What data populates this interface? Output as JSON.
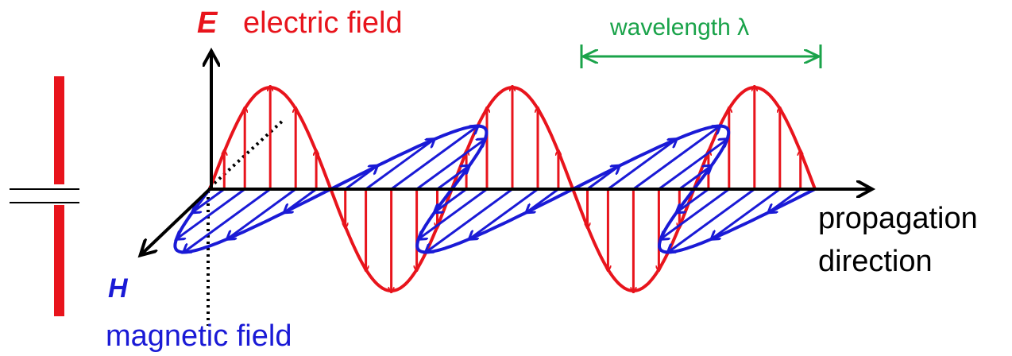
{
  "labels": {
    "e_symbol": "E",
    "electric_field": "electric field",
    "wavelength": "wavelength λ",
    "propagation_line1": "propagation",
    "propagation_line2": "direction",
    "h_symbol": "H",
    "magnetic_field": "magnetic field"
  },
  "colors": {
    "electric": "#e8141c",
    "magnetic": "#1a1ad6",
    "wavelength": "#1aa34a",
    "axis": "#000000",
    "capacitor": "#e8141c",
    "text_default": "#000000"
  },
  "wave": {
    "cycles_shown": 2.5,
    "electric_lobes": [
      "up",
      "down",
      "up",
      "down",
      "up"
    ],
    "icons": [
      "axis-arrow-icon",
      "field-vector-arrow-icon",
      "capacitor-plate-icon"
    ]
  }
}
